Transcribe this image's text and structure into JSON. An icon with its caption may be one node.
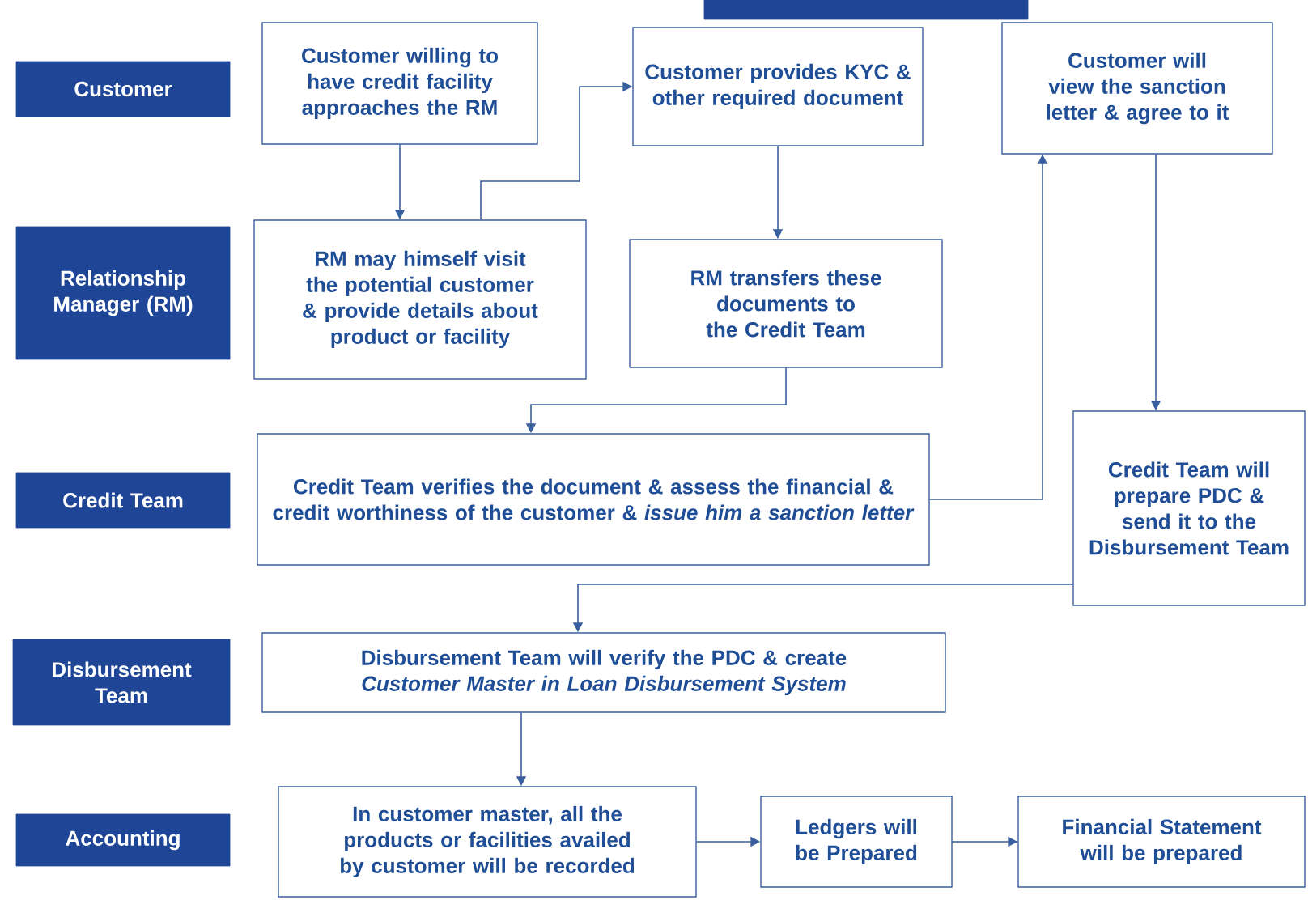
{
  "diagram": {
    "nodes": [
      {
        "text": [],
        "shape": "box"
      },
      {
        "text": [
          "Customer"
        ]
      },
      {
        "text": [
          "Relationship Manager (RM)"
        ]
      },
      {
        "text": [
          "Credit Team"
        ]
      },
      {
        "text": [
          "Disbursement Team"
        ]
      },
      {
        "text": [
          "Accounting"
        ]
      },
      {
        "text": [
          "Customer willing to have credit facility approaches the RM"
        ]
      },
      {
        "text": [
          "RM may himself visit the potential customer & provide details about product or facility"
        ]
      },
      {
        "text": [
          "Customer provides KYC & other required document"
        ]
      },
      {
        "text": [
          "RM transfers these documents to the Credit Team"
        ]
      },
      {
        "text": [
          "Customer will view the sanction letter & agree to it"
        ]
      },
      {
        "text": [
          "Credit Team verifies the document & assess the financial & credit worthiness of the customer & *issue him a sanction letter*"
        ]
      },
      {
        "text": [
          "Credit Team will prepare PDC & send it to the Disbursement Team"
        ]
      },
      {
        "text": [
          "Disbursement Team will verify the PDC & create *Customer Master in Loan Disbursement System*"
        ]
      },
      {
        "text": [
          "In customer master, all the products or facilities availed by customer will be recorded"
        ]
      },
      {
        "text": [
          "Ledgers will be Prepared"
        ]
      },
      {
        "text": [
          "Financial Statement will be prepared"
        ]
      }
    ],
    "edges": [
      {
        "from": 6,
        "to": 7,
        "arrow": "to"
      },
      {
        "from": 7,
        "to": 8,
        "arrow": "to"
      },
      {
        "from": 8,
        "to": 9,
        "arrow": "to"
      },
      {
        "from": 9,
        "to": 11,
        "arrow": "to"
      },
      {
        "from": 11,
        "to": 10,
        "arrow": "to"
      },
      {
        "from": 10,
        "to": 12,
        "arrow": "to"
      },
      {
        "from": 12,
        "to": 13,
        "arrow": "to"
      },
      {
        "from": 13,
        "to": 14,
        "arrow": "to"
      },
      {
        "from": 14,
        "to": 15,
        "arrow": "to"
      },
      {
        "from": 15,
        "to": 16,
        "arrow": "to"
      }
    ]
  }
}
